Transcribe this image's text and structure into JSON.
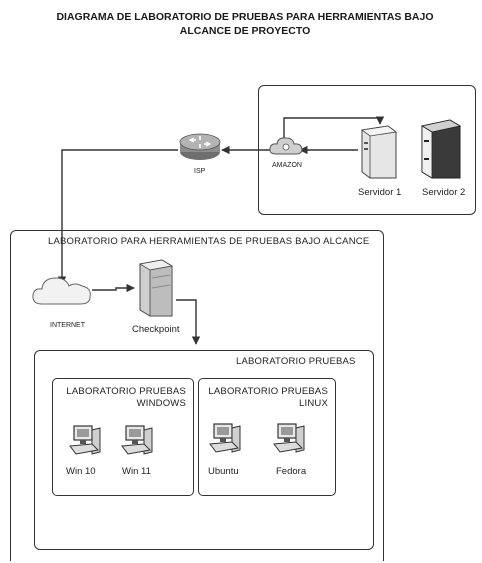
{
  "title_line1": "DIAGRAMA DE LABORATORIO DE PRUEBAS PARA HERRAMIENTAS BAJO",
  "title_line2": "ALCANCE DE PROYECTO",
  "nodes": {
    "isp": "ISP",
    "amazon": "AMAZON",
    "servidor1": "Servidor 1",
    "servidor2": "Servidor 2",
    "internet": "INTERNET",
    "checkpoint": "Checkpoint"
  },
  "containers": {
    "lab_main": "LABORATORIO PARA HERRAMIENTAS DE PRUEBAS BAJO ALCANCE",
    "lab_pruebas": "LABORATORIO PRUEBAS",
    "lab_windows_line1": "LABORATORIO PRUEBAS",
    "lab_windows_line2": "WINDOWS",
    "lab_linux_line1": "LABORATORIO PRUEBAS",
    "lab_linux_line2": "LINUX"
  },
  "computers": {
    "win10": "Win 10",
    "win11": "Win 11",
    "ubuntu": "Ubuntu",
    "fedora": "Fedora"
  },
  "colors": {
    "line": "#333333",
    "router": "#8c8c8c",
    "cloud": "#dcdcdc",
    "server": "#e6e6e6",
    "server_dark": "#3a3a3a"
  }
}
